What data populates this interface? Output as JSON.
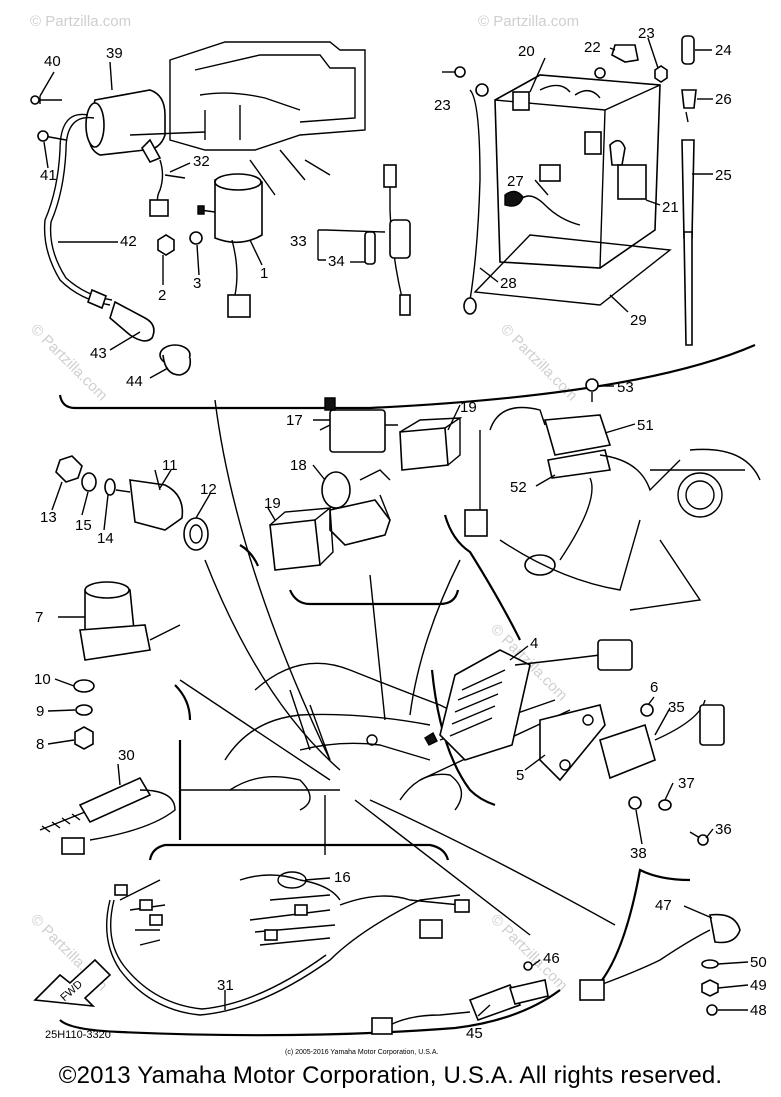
{
  "diagram": {
    "drawing_code": "25H110-3320",
    "fwd_label": "FWD",
    "small_notice": "(c) 2005-2016 Yamaha Motor Corporation, U.S.A.",
    "watermark": "© Partzilla.com",
    "callouts": [
      "1",
      "2",
      "3",
      "4",
      "5",
      "6",
      "8",
      "9",
      "10",
      "11",
      "12",
      "13",
      "14",
      "15",
      "16",
      "17",
      "18",
      "19",
      "19",
      "20",
      "21",
      "22",
      "23",
      "23",
      "24",
      "25",
      "26",
      "27",
      "28",
      "29",
      "30",
      "31",
      "32",
      "33",
      "34",
      "35",
      "36",
      "37",
      "38",
      "39",
      "40",
      "41",
      "42",
      "43",
      "44",
      "45",
      "46",
      "47",
      "48",
      "49",
      "50",
      "51",
      "52",
      "53"
    ]
  },
  "footer": {
    "copyright": "©2013 Yamaha Motor Corporation, U.S.A. All rights reserved."
  }
}
